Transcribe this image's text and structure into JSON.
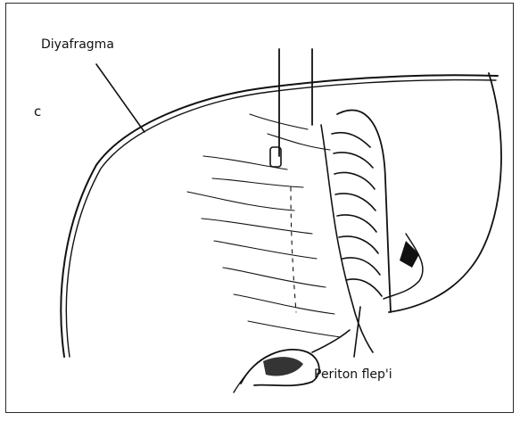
{
  "figure": {
    "panel_letter": "c",
    "labels": {
      "diaphragm": "Diyafragma",
      "peritoneal_flap": "Periton flep'i"
    }
  }
}
